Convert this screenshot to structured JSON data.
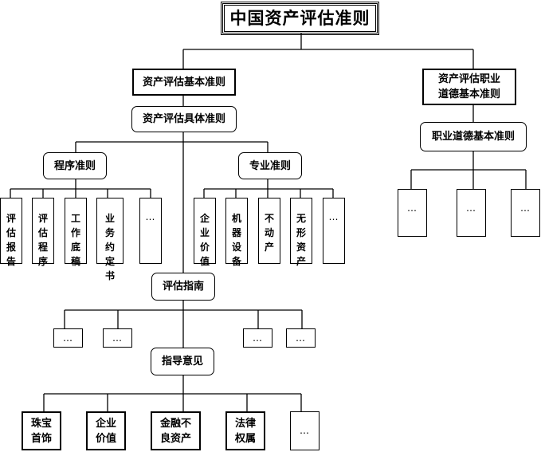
{
  "title": "中国资产评估准则",
  "branches": {
    "basic": {
      "label": "资产评估基本准则",
      "specific": {
        "label": "资产评估具体准则",
        "procedural": {
          "label": "程序准则",
          "children": [
            "评估报告",
            "评估程序",
            "工作底稿",
            "业务约定书",
            "…"
          ]
        },
        "professional": {
          "label": "专业准则",
          "children": [
            "企业价值",
            "机器设备",
            "不动产",
            "无形资产",
            "…"
          ]
        }
      },
      "guide": {
        "label": "评估指南",
        "children": [
          "…",
          "…",
          "…",
          "…"
        ]
      },
      "opinion": {
        "label": "指导意见",
        "children": [
          "珠宝\n首饰",
          "企业\n价值",
          "金融不\n良资产",
          "法律\n权属",
          "…"
        ]
      }
    },
    "ethics": {
      "label": "资产评估职业道德基本准则",
      "label_lines": [
        "资产评估职业",
        "道德基本准则"
      ],
      "sub": {
        "label": "职业道德基本准则",
        "children": [
          "…",
          "…",
          "…"
        ]
      }
    }
  }
}
